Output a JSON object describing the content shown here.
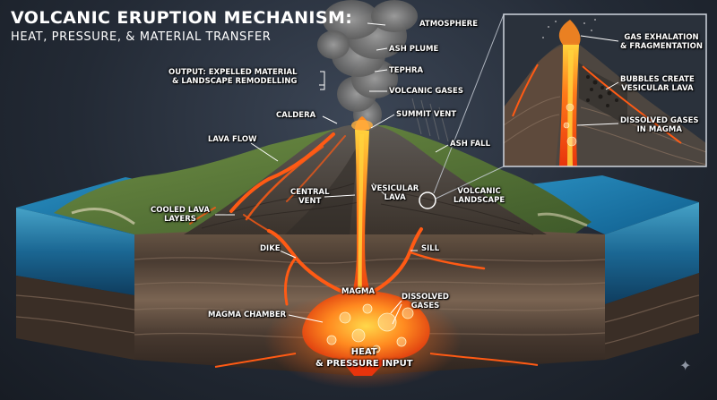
{
  "header": {
    "title": "VOLCANIC ERUPTION MECHANISM:",
    "subtitle": "HEAT, PRESSURE, & MATERIAL TRANSFER"
  },
  "labels": {
    "output_line1": "OUTPUT: EXPELLED MATERIAL",
    "output_line2": "& LANDSCAPE REMODELLING",
    "atmosphere": "ATMOSPHERE",
    "ash_plume": "ASH PLUME",
    "tephra": "TEPHRA",
    "volcanic_gases": "VOLCANIC GASES",
    "caldera": "CALDERA",
    "summit_vent": "SUMMIT VENT",
    "lava_flow": "LAVA FLOW",
    "ash_fall": "ASH FALL",
    "central_vent_line1": "CENTRAL",
    "central_vent_line2": "VENT",
    "vesicular_lava_line1": "VESICULAR",
    "vesicular_lava_line2": "LAVA",
    "volcanic_landscape_line1": "VOLCANIC",
    "volcanic_landscape_line2": "LANDSCAPE",
    "cooled_lava_line1": "COOLED LAVA",
    "cooled_lava_line2": "LAYERS",
    "dike": "DIKE",
    "sill": "SILL",
    "magma": "MAGMA",
    "dissolved_gases_line1": "DISSOLVED",
    "dissolved_gases_line2": "GASES",
    "magma_chamber": "MAGMA CHAMBER",
    "heat_line1": "HEAT",
    "heat_line2": "& PRESSURE INPUT"
  },
  "inset": {
    "gas_exhalation_line1": "GAS EXHALATION",
    "gas_exhalation_line2": "& FRAGMENTATION",
    "bubbles_line1": "BUBBLES CREATE",
    "bubbles_line2": "VESICULAR LAVA",
    "dissolved_magma_line1": "DISSOLVED GASES",
    "dissolved_magma_line2": "IN MAGMA"
  },
  "colors": {
    "lava": "#ff5a14",
    "lava_core": "#ffd23c",
    "water": "#1f7fb0",
    "vegetation": "#5c7a3a",
    "rock": "#5a4a3e",
    "ash": "#8a8a8a",
    "text": "#ffffff",
    "leader_line": "#ff9a40"
  },
  "icons": {
    "sparkle": "sparkle-icon"
  }
}
